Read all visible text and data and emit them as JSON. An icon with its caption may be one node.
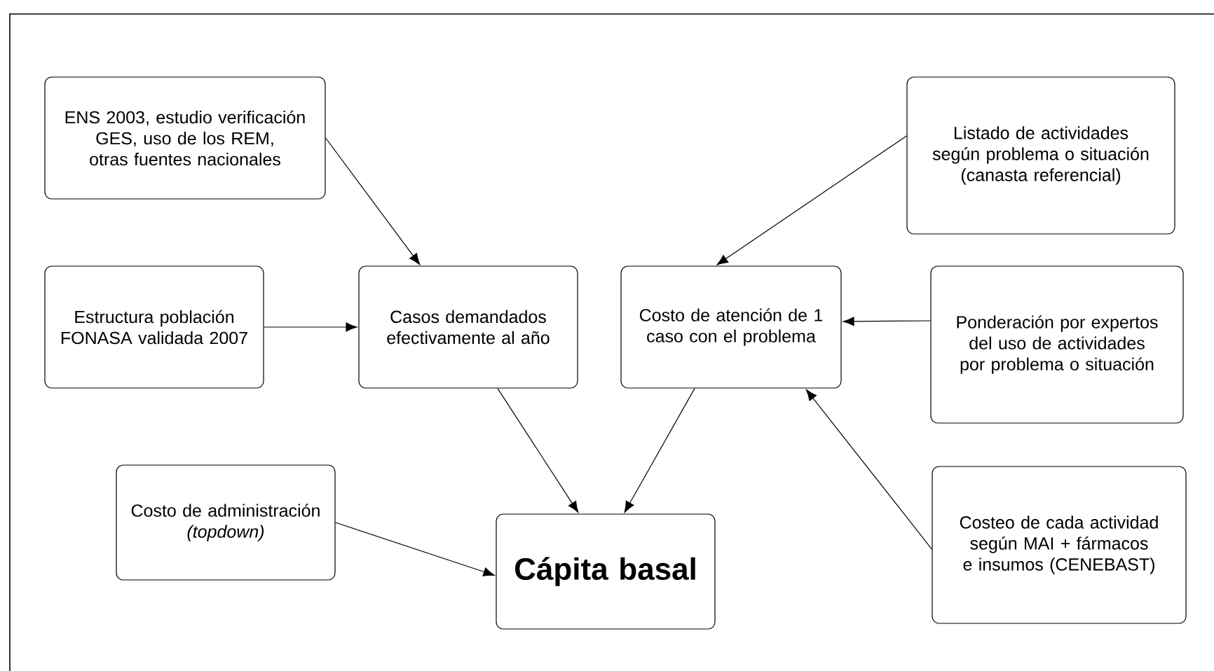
{
  "diagram": {
    "nodes": [
      {
        "text": [
          "ENS 2003, estudio verificación GES, uso de los REM, otras fuentes nacionales"
        ]
      },
      {
        "text": [
          "Listado de actividades según problema o situación (canasta referencial)"
        ]
      },
      {
        "text": [
          "Estructura población FONASA validada 2007"
        ]
      },
      {
        "text": [
          "Casos demandados efectivamente al año"
        ]
      },
      {
        "text": [
          "Costo de atención de 1 caso con el problema"
        ]
      },
      {
        "text": [
          "Ponderación por expertos del uso de actividades por problema o situación"
        ]
      },
      {
        "text": [
          "Costo de administración *(topdown)*"
        ]
      },
      {
        "text": [
          "Cápita basal"
        ]
      },
      {
        "text": [
          "Costeo de cada actividad según MAI + fármacos e insumos (CENEBAST)"
        ]
      }
    ],
    "edges": [
      {
        "from": 0,
        "to": 3,
        "arrow": "to"
      },
      {
        "from": 2,
        "to": 3,
        "arrow": "to"
      },
      {
        "from": 1,
        "to": 4,
        "arrow": "to"
      },
      {
        "from": 5,
        "to": 4,
        "arrow": "to"
      },
      {
        "from": 8,
        "to": 4,
        "arrow": "to"
      },
      {
        "from": 3,
        "to": 7,
        "arrow": "to"
      },
      {
        "from": 4,
        "to": 7,
        "arrow": "to"
      },
      {
        "from": 6,
        "to": 7,
        "arrow": "to"
      }
    ]
  }
}
